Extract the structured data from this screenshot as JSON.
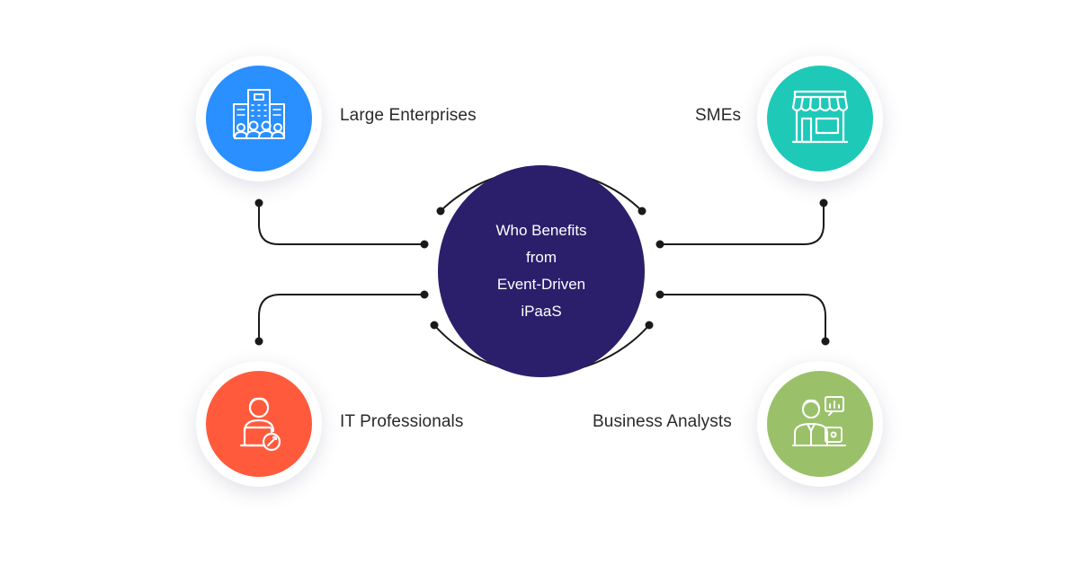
{
  "center": {
    "lines": [
      "Who Benefits",
      "from",
      "Event-Driven",
      "iPaaS"
    ],
    "color": "#2b1f6b"
  },
  "nodes": {
    "large_enterprises": {
      "label": "Large Enterprises",
      "icon": "office-buildings-people-icon",
      "color": "#2a8fff"
    },
    "smes": {
      "label": "SMEs",
      "icon": "storefront-icon",
      "color": "#1ec9b8"
    },
    "it_professionals": {
      "label": "IT Professionals",
      "icon": "person-laptop-wrench-icon",
      "color": "#ff5a3c"
    },
    "business_analysts": {
      "label": "Business Analysts",
      "icon": "analyst-presentation-icon",
      "color": "#9ac16a"
    }
  },
  "connector_color": "#1a1a1a"
}
